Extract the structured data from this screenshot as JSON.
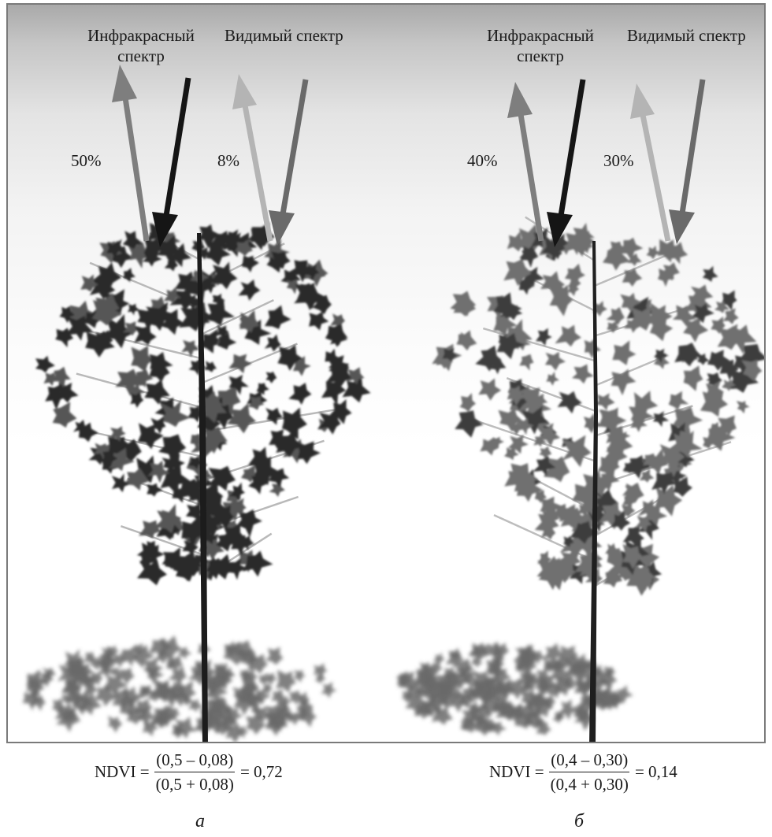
{
  "left": {
    "label_infrared": "Инфракрасный спектр",
    "label_visible": "Видимый спектр",
    "infrared_percent": "50%",
    "visible_percent": "8%",
    "formula": {
      "lhs": "NDVI =",
      "numerator": "(0,5 – 0,08)",
      "denominator": "(0,5 + 0,08)",
      "rhs": "= 0,72"
    },
    "caption": "а"
  },
  "right": {
    "label_infrared": "Инфракрасный спектр",
    "label_visible": "Видимый спектр",
    "infrared_percent": "40%",
    "visible_percent": "30%",
    "formula": {
      "lhs": "NDVI =",
      "numerator": "(0,4 – 0,30)",
      "denominator": "(0,4 + 0,30)",
      "rhs": "= 0,14"
    },
    "caption": "б"
  },
  "colors": {
    "incoming_arrow": "#151515",
    "infrared_reflected": "#7e7e7e",
    "visible_reflected": "#b4b4b4",
    "visible_incoming": "#6a6a6a",
    "leaf_healthy": "#2b2b2b",
    "leaf_stressed": "#6f6f6f",
    "shadow": "#6a6a6a"
  }
}
